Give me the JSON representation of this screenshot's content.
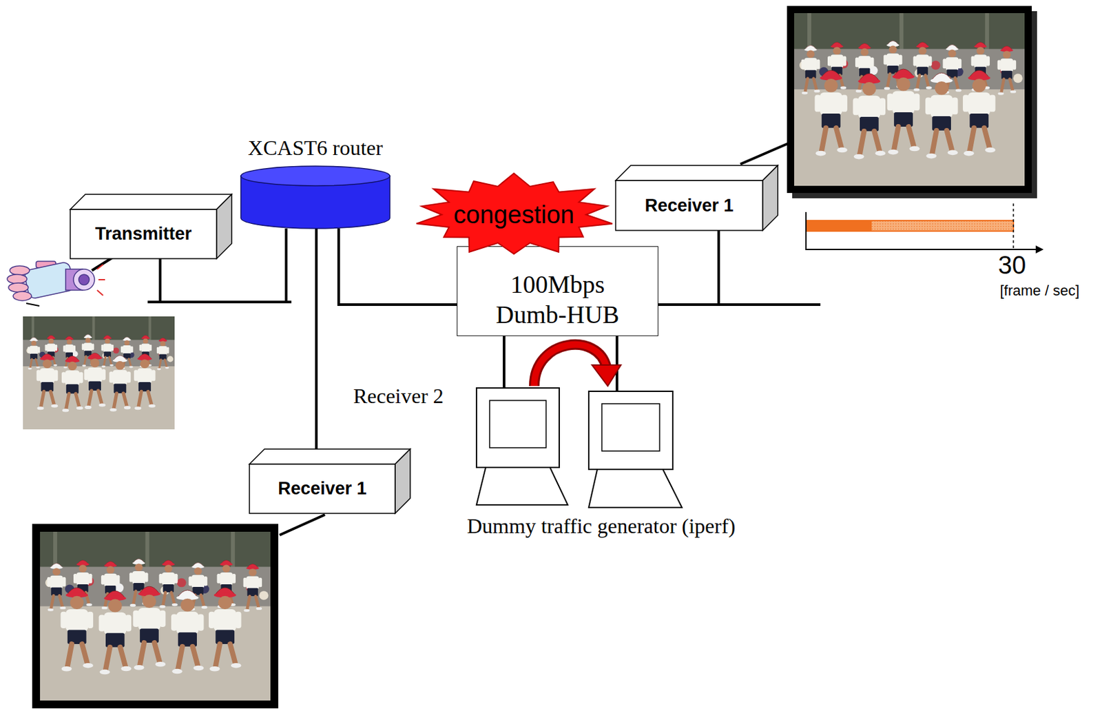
{
  "diagram": {
    "nodes": [
      {
        "text": [
          "XCAST6 router"
        ]
      },
      {
        "text": [
          "Receiver 1"
        ]
      },
      {
        "text": [
          "Transmitter"
        ]
      },
      {
        "text": [
          "congestion"
        ]
      },
      {
        "text": [
          "100Mbps Dumb-HUB"
        ]
      },
      {
        "text": [
          "Receiver 1"
        ]
      }
    ],
    "edges": [
      {
        "from": 2,
        "to": 0,
        "arrow": "none"
      },
      {
        "from": 0,
        "to": 5,
        "arrow": "none"
      },
      {
        "from": 0,
        "to": 4,
        "arrow": "none"
      },
      {
        "from": 4,
        "to": 1,
        "arrow": "none"
      }
    ],
    "labels": [
      "Receiver 2",
      "Dummy traffic generator (iperf)",
      "30",
      "[frame / sec]"
    ]
  }
}
